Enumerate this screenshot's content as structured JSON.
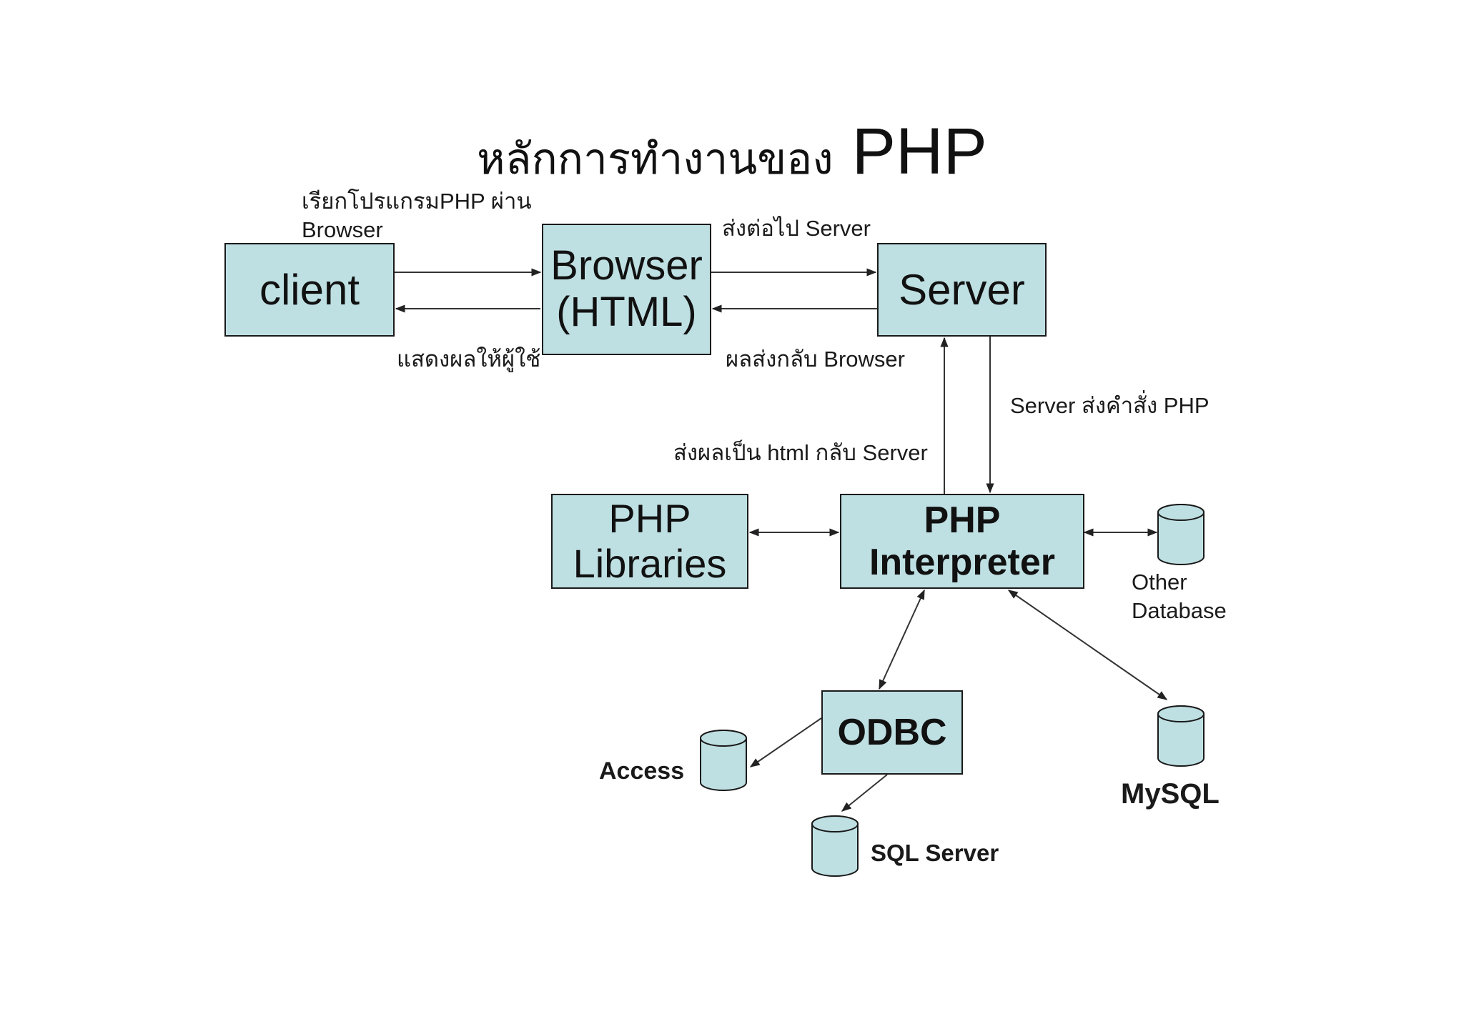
{
  "title": {
    "thai": "หลักการทำงานของ",
    "php": "PHP"
  },
  "boxes": {
    "client": [
      "client"
    ],
    "browser": [
      "Browser",
      "(HTML)"
    ],
    "server": [
      "Server"
    ],
    "libraries": [
      "PHP",
      "Libraries"
    ],
    "interpreter": [
      "PHP",
      "Interpreter"
    ],
    "odbc": [
      "ODBC"
    ]
  },
  "labels": {
    "call_program": [
      "เรียกโปรแกรมPHP ผ่าน",
      "Browser"
    ],
    "forward_server": "ส่งต่อไป Server",
    "display_user": "แสดงผลให้ผู้ใช้",
    "return_browser": "ผลส่งกลับ Browser",
    "server_command": "Server ส่งคำสั่ง PHP",
    "return_html": "ส่งผลเป็น html กลับ Server",
    "other_database": [
      "Other",
      "Database"
    ],
    "access": "Access",
    "mysql": "MySQL",
    "sql_server": "SQL Server"
  },
  "colors": {
    "box_fill": "#bfe0e3",
    "stroke": "#1a1a1a",
    "line": "#333333",
    "cylinder_fill": "#bfe0e3"
  }
}
